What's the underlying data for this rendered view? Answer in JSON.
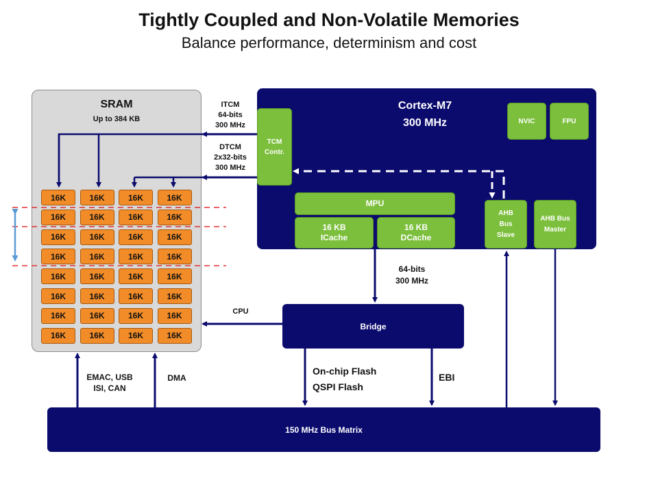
{
  "header": {
    "title": "Tightly Coupled and Non-Volatile Memories",
    "subtitle": "Balance performance, determinism and cost"
  },
  "sram": {
    "title": "SRAM",
    "subtitle": "Up to 384 KB",
    "bank_label": "16K",
    "rows": 8,
    "cols": 4
  },
  "core": {
    "title": "Cortex-M7",
    "freq": "300 MHz",
    "tcm": "TCM Contr.",
    "nvic": "NVIC",
    "fpu": "FPU",
    "mpu": "MPU",
    "icache": "16 KB ICache",
    "dcache": "16 KB DCache",
    "ahb_slave": "AHB Bus Slave",
    "ahb_master": "AHB Bus Master"
  },
  "labels": {
    "itcm": [
      "ITCM",
      "64-bits",
      "300 MHz"
    ],
    "dtcm": [
      "DTCM",
      "2x32-bits",
      "300 MHz"
    ],
    "core_bus": [
      "64-bits",
      "300 MHz"
    ],
    "cpu": "CPU",
    "onchip": [
      "On-chip Flash",
      "QSPI Flash"
    ],
    "ebi": "EBI",
    "emac": [
      "EMAC, USB",
      "ISI, CAN"
    ],
    "dma": "DMA"
  },
  "bridge": "Bridge",
  "bus_matrix": "150 MHz Bus Matrix",
  "colors": {
    "navy": "#0b0b6e",
    "green": "#7cbf3c",
    "orange": "#f28c28",
    "sram_bg": "#d9d9d9",
    "dashed_red": "#e03030",
    "light_blue": "#5b9bd5"
  }
}
